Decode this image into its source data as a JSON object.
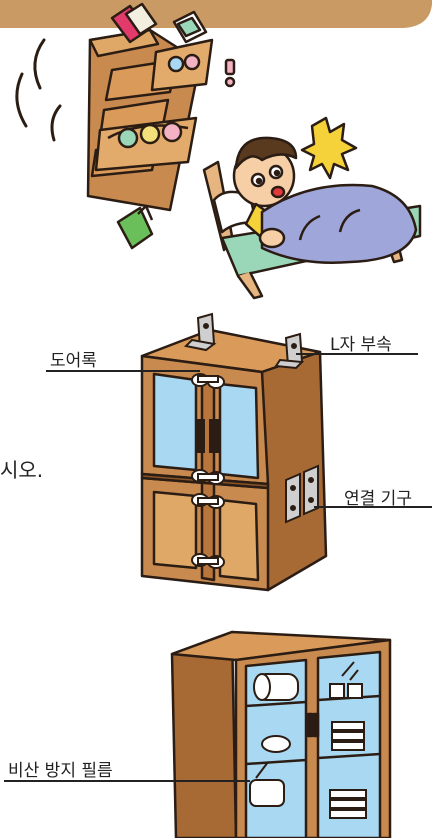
{
  "labels": {
    "door_lock": "도어록",
    "l_bracket": "L자 부속",
    "connector": "연결 기구",
    "anti_shatter_film": "비산 방지 필름",
    "cut_text": "시오."
  },
  "colors": {
    "banner": "#c99a63",
    "wood": "#c98a4f",
    "wood_dark": "#a86a34",
    "glass": "#a9d8f2",
    "blanket": "#9fa6d9",
    "bed_frame": "#e7b57f",
    "outline": "#2b1d14"
  }
}
